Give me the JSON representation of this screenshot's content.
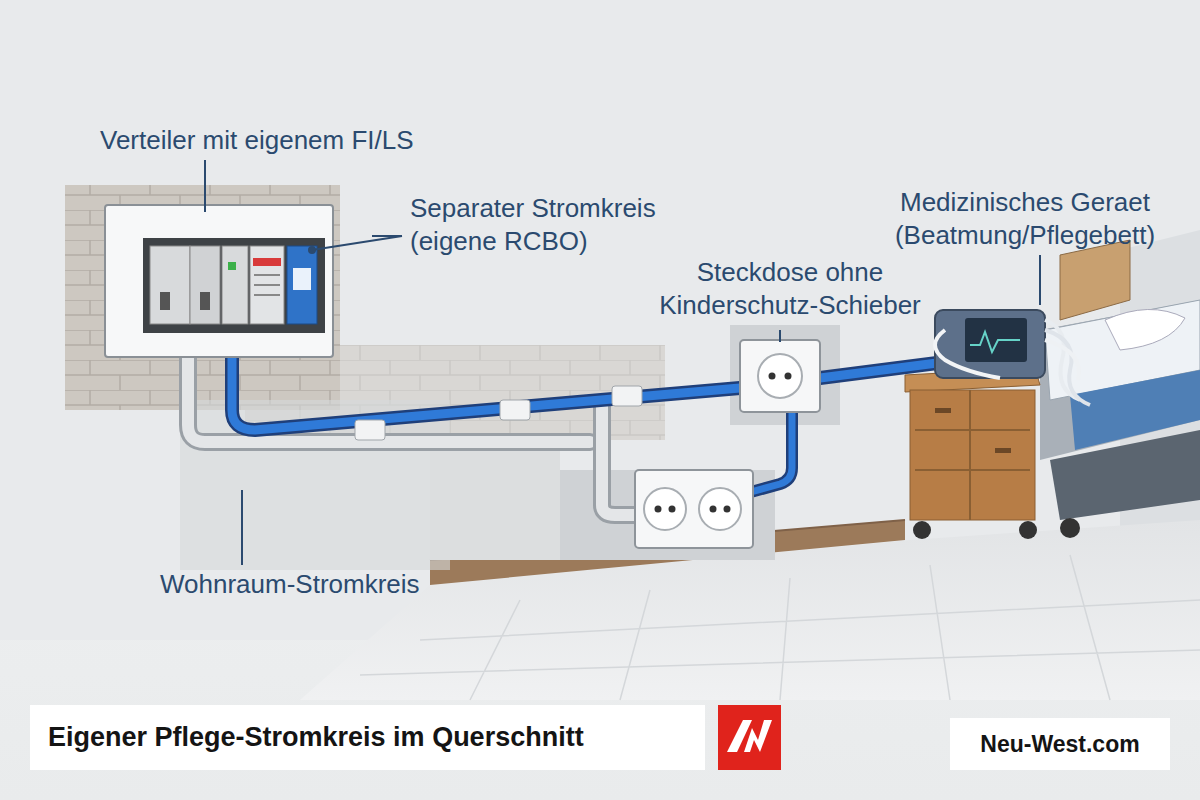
{
  "diagram": {
    "caption": "Eigener Pflege-Stromkreis im Querschnitt",
    "nodes": [
      {
        "text": [
          "Neu-West.com"
        ]
      }
    ],
    "edges": [],
    "labels": [
      "Verteiler mit eigenem FI/LS",
      "Separater Stromkreis (eigene RCBO)",
      "Medizinisches Geraet (Beatmung/Pflegebett)",
      "Steckdose ohne Kinderschutz-Schieber",
      "Wohnraum-Stromkreis"
    ]
  }
}
